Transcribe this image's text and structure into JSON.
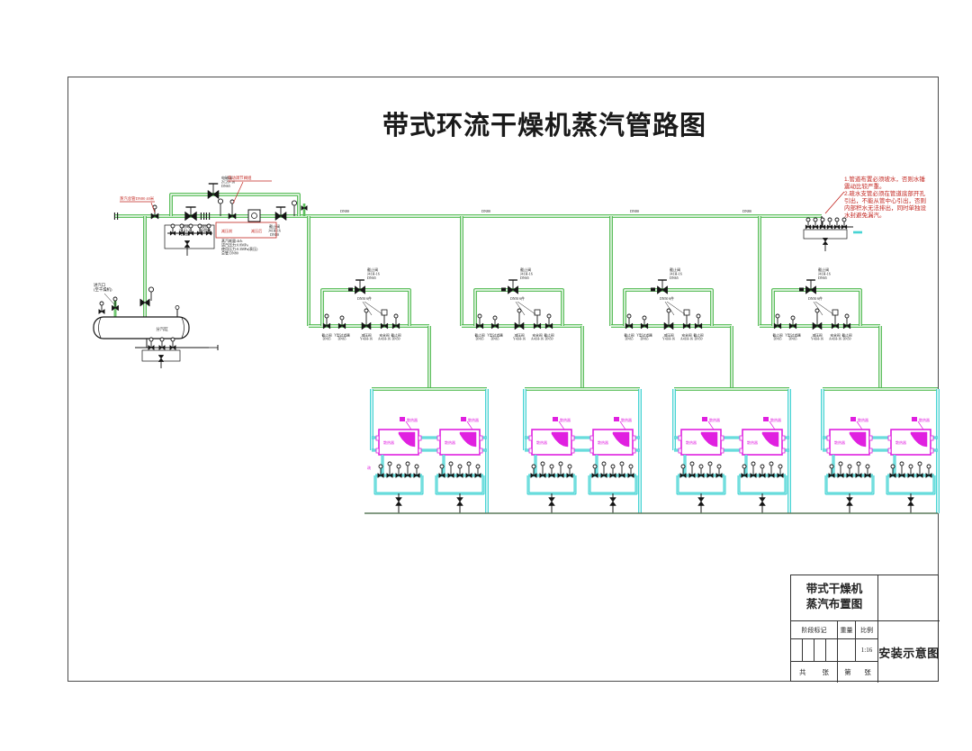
{
  "title": "带式环流干燥机蒸汽管路图",
  "notes": {
    "lines": [
      "1.管道布置必须坡水，否则水锤",
      "震动比较严重。",
      "2.疏水支管必须在管道底部开孔",
      "引出，不能从管中心引出，否则",
      "内部积水无法排出，同时单独设",
      "水封避免漏汽。"
    ]
  },
  "main_line": {
    "size_tag": "DN80"
  },
  "station": {
    "inlet_tag": "蒸汽总管DN80 40米",
    "top_tag": "电动调节阀组",
    "meter_tags": [
      "减压前",
      "减压后"
    ],
    "bypass_valve": [
      "电磁阀",
      "ZCZP-16",
      "DN65"
    ],
    "gate_valve": [
      "闸阀",
      "Z41H-16",
      "DN80"
    ],
    "spool": [
      "波纹",
      "补偿器"
    ],
    "stop_valve": [
      "截止阀",
      "J41H-16",
      "DN80"
    ],
    "specs": [
      "蒸汽耗量:4t/h",
      "进汽压力:0.8MPa",
      "使用压力:0.3MPa(表压)",
      "总管 DN80"
    ]
  },
  "steam_header": {
    "inlet_label": [
      "进汽口",
      "(至干燥机)"
    ],
    "name": "分汽缸"
  },
  "manifold": {
    "top_valve": [
      "截止阀",
      "J41H-16",
      "DN65"
    ],
    "valves": [
      [
        "截止阀",
        "DN65"
      ],
      [
        "Y型过滤器",
        "DN65"
      ],
      [
        "减压阀",
        "Y43H-16"
      ],
      [
        "安全阀",
        "A41H-16"
      ],
      [
        "截止阀",
        "DN50"
      ]
    ],
    "note": "DN50 6件"
  },
  "exchanger": {
    "label": "散热器",
    "tag": "散热器"
  },
  "trap": {
    "tag": "疏"
  },
  "titleblock": {
    "doc_title_1": "带式干燥机",
    "doc_title_2": "蒸汽布置图",
    "col_stage": "阶段标记",
    "col_weight": "重量",
    "col_scale": "比例",
    "scale_value": "1:16",
    "sheet_total_label": "共",
    "sheet_label_1": "张",
    "sheet_no_label": "第",
    "sheet_label_2": "张",
    "view_name": "安装示意图"
  },
  "colors": {
    "steam_pipe": "#4cb84c",
    "condensate_pipe": "#35d0d0",
    "exchanger": "#e020e0",
    "annotation_red": "#c2251f",
    "equipment_black": "#151515",
    "return_line": "#5a7a5a"
  }
}
